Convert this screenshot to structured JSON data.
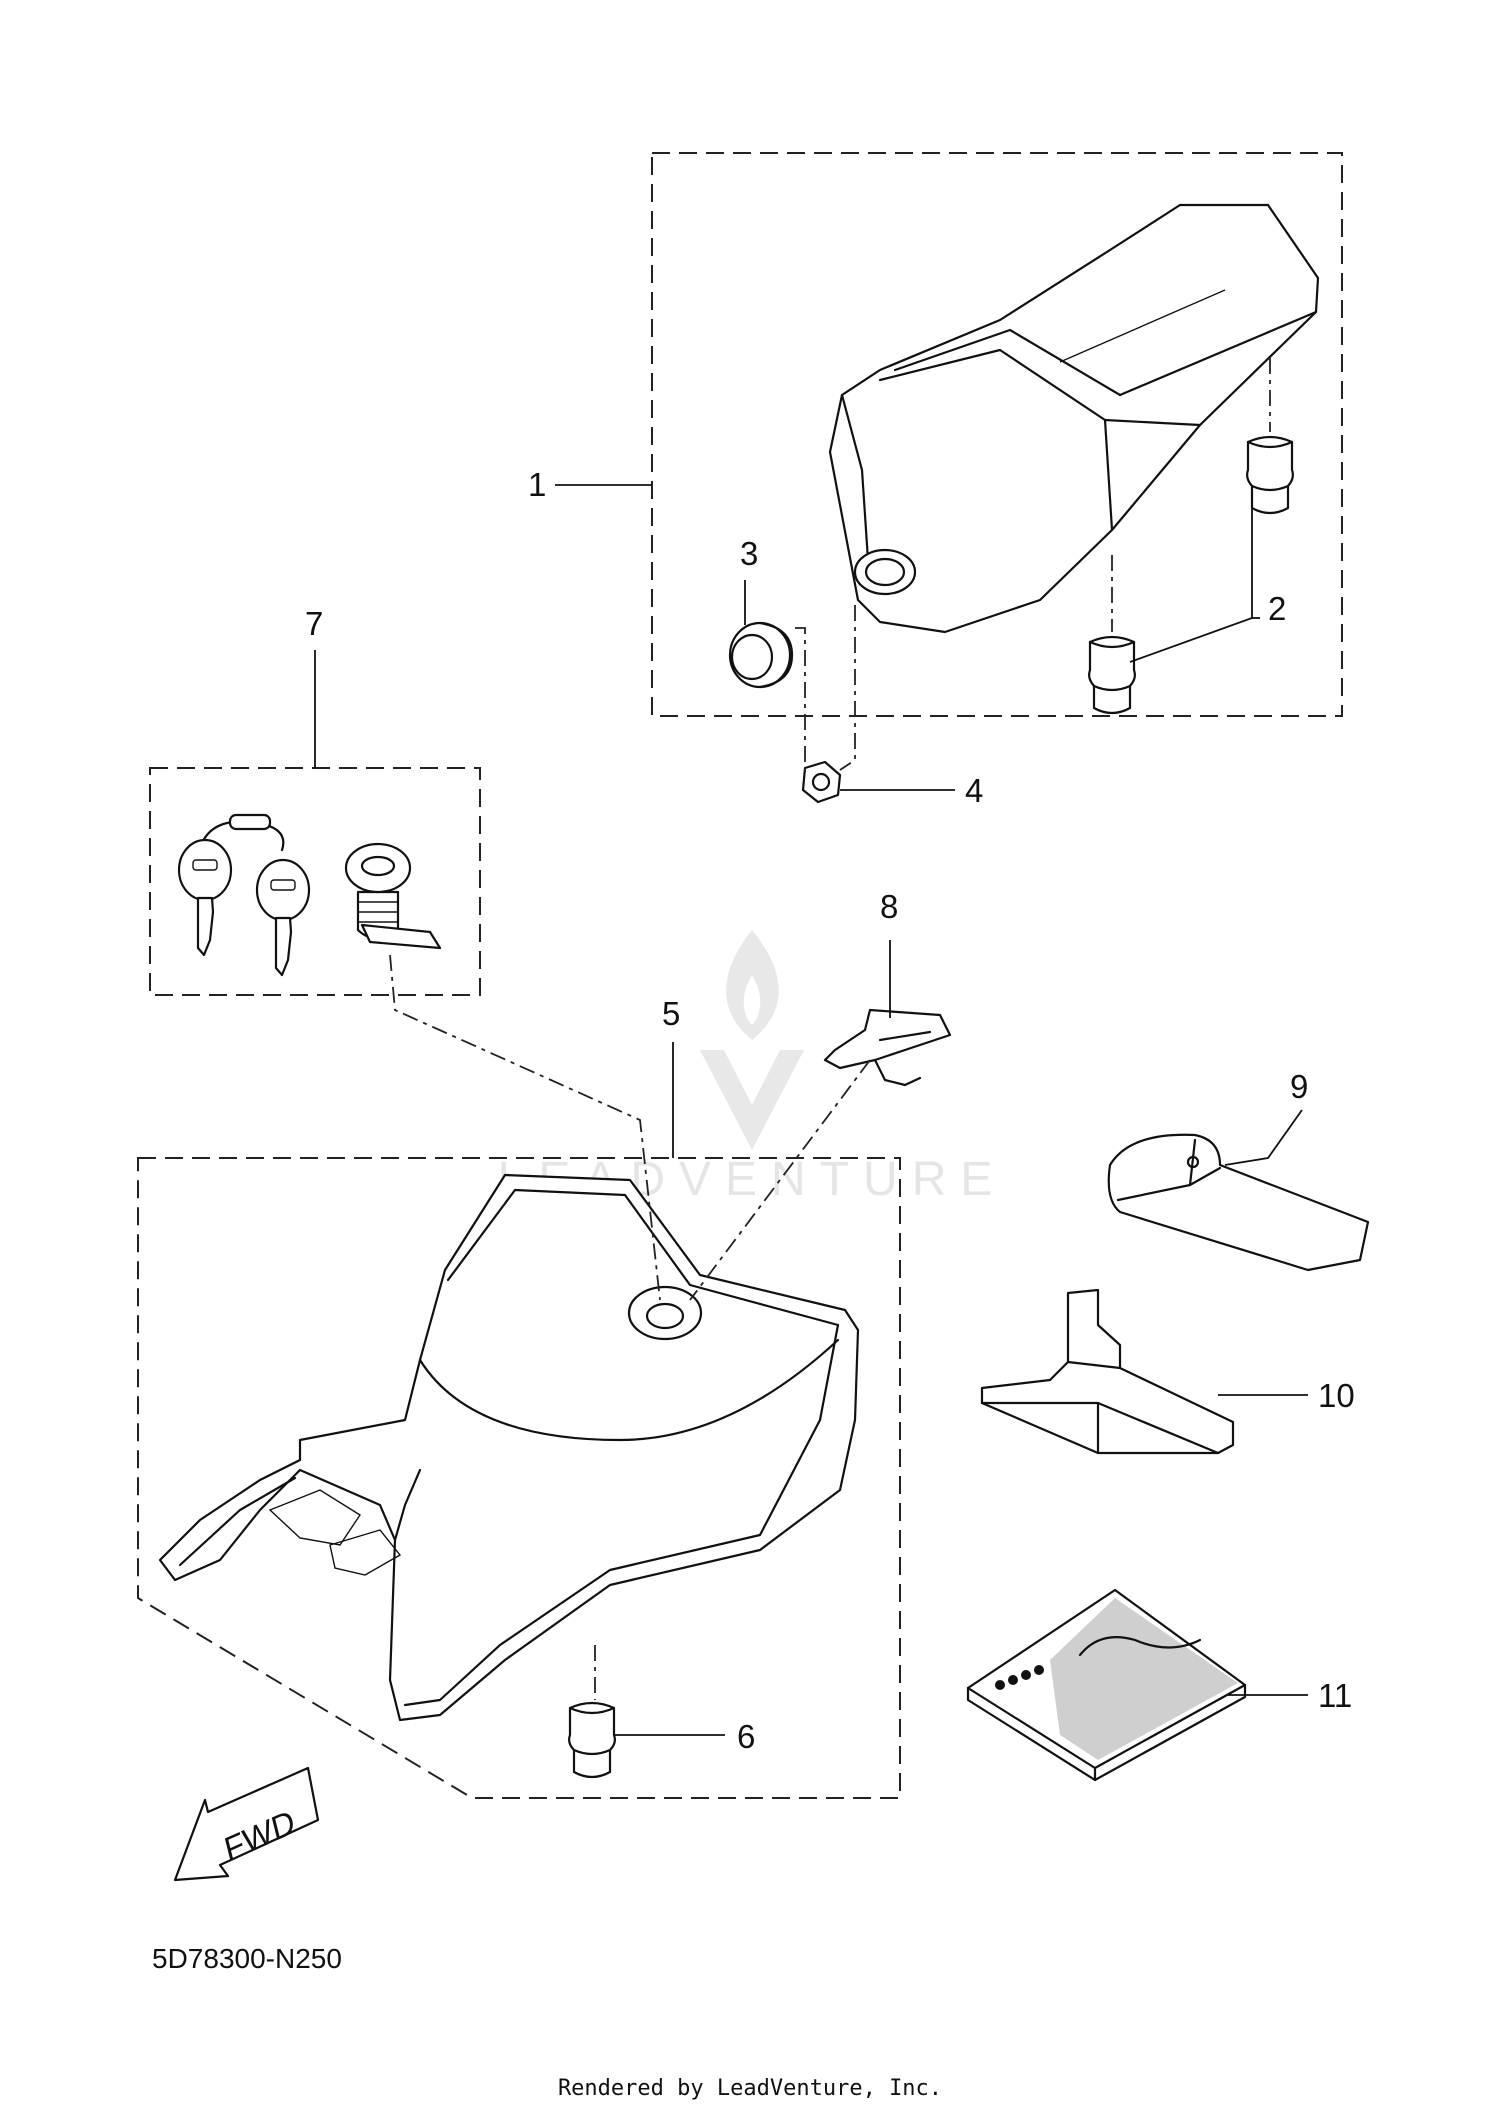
{
  "callouts": {
    "c1": "1",
    "c2": "2",
    "c3": "3",
    "c4": "4",
    "c5": "5",
    "c6": "6",
    "c7": "7",
    "c8": "8",
    "c9": "9",
    "c10": "10",
    "c11": "11"
  },
  "fwd_label": "FWD",
  "diagram_code": "5D78300-N250",
  "watermark": "LEADVENTURE",
  "footer": "Rendered by LeadVenture, Inc."
}
